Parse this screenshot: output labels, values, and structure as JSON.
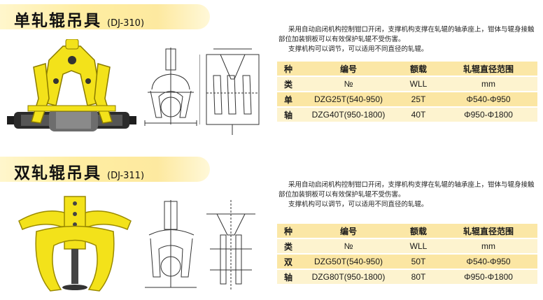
{
  "section1": {
    "title": "单轧辊吊具",
    "code": "(DJ-310)",
    "desc": [
      "采用自动启闭机构控制钳口开闭，支撑机构支撑在轧辊的轴承座上，钳体与辊身接触部位加装铜板可以有效保护轧辊不受伤害。",
      "支撑机构可以调节，可以适用不同直径的轧辊。"
    ],
    "table": {
      "header1": [
        "种",
        "编号",
        "额载",
        "轧辊直径范围"
      ],
      "header2": [
        "类",
        "№",
        "WLL",
        "mm"
      ],
      "rows": [
        [
          "单",
          "DZG25T(540-950)",
          "25T",
          "Φ540-Φ950"
        ],
        [
          "轴",
          "DZG40T(950-1800)",
          "40T",
          "Φ950-Φ1800"
        ]
      ]
    }
  },
  "section2": {
    "title": "双轧辊吊具",
    "code": "(DJ-311)",
    "desc": [
      "采用自动启闭机构控制钳口开闭，支撑机构支撑在轧辊的轴承座上，钳体与辊身接触部位加装铜板可以有效保护轧辊不受伤害。",
      "支撑机构可以调节，可以适用不同直径的轧辊。"
    ],
    "table": {
      "header1": [
        "种",
        "编号",
        "额载",
        "轧辊直径范围"
      ],
      "header2": [
        "类",
        "№",
        "WLL",
        "mm"
      ],
      "rows": [
        [
          "双",
          "DZG50T(540-950)",
          "50T",
          "Φ540-Φ950"
        ],
        [
          "轴",
          "DZG80T(950-1800)",
          "80T",
          "Φ950-Φ1800"
        ]
      ]
    }
  },
  "colors": {
    "yellow": "#f3e21a",
    "title_band": "#ffeda1",
    "row_light": "#fdf3cf",
    "row_dark": "#fbe6a3"
  }
}
